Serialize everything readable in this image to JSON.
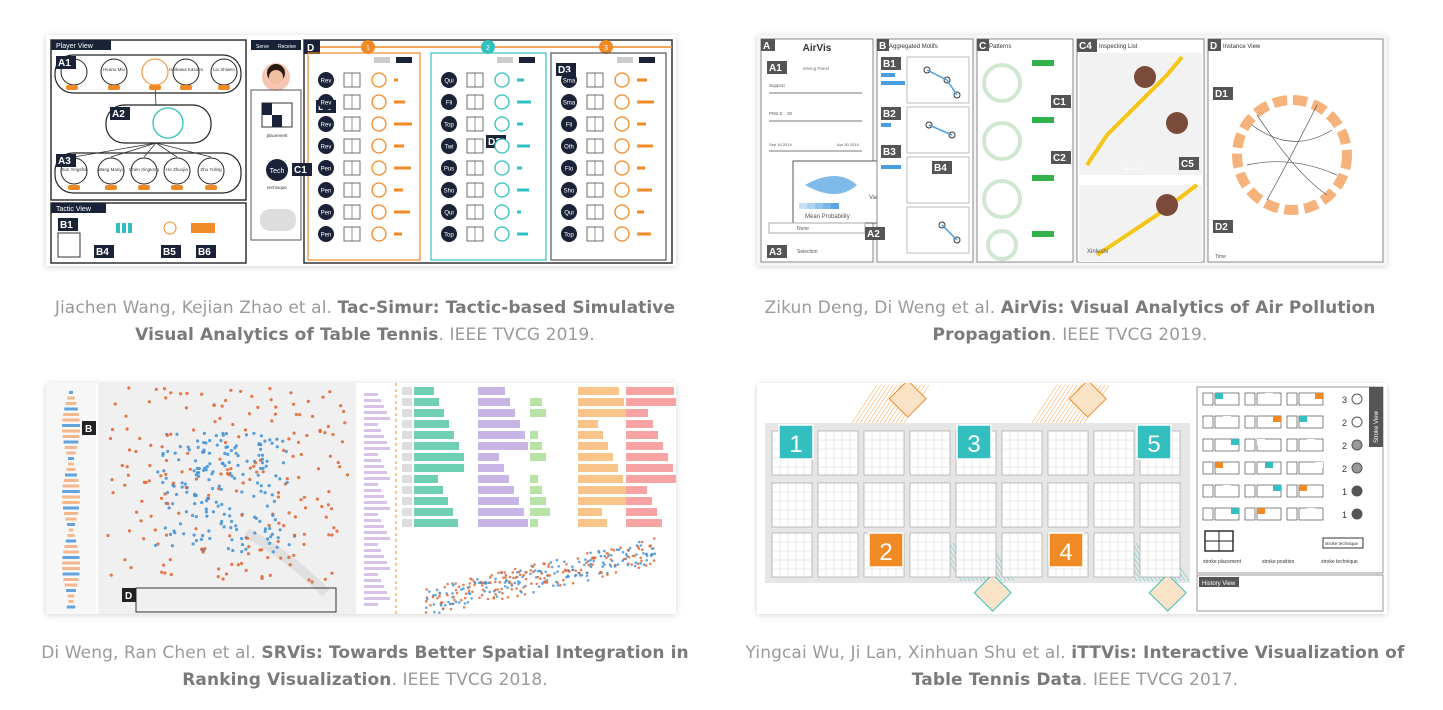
{
  "papers": [
    {
      "authors": "Jiachen Wang, Kejian Zhao et al.",
      "title": "Tac-Simur: Tactic-based Simulative Visual Analytics of Table Tennis",
      "venue": "IEEE TVCG 2019.",
      "thumb_labels": {
        "player_view": "Player View",
        "tactic_view": "Tactic View",
        "serve": "Serve",
        "receive": "Receive",
        "panels": [
          "A1",
          "A2",
          "A3",
          "B1",
          "B4",
          "B5",
          "B6",
          "C1",
          "D",
          "D1",
          "D2",
          "D3"
        ],
        "columns": [
          "1",
          "2",
          "3"
        ],
        "players_top": [
          "Hirano Miu",
          "Ito Mima",
          "Ishikawa Kasumi",
          "Liu Shiwen"
        ],
        "players_bottom": [
          "Sun Yingsha",
          "Wang Manyu",
          "Chen Xingtong",
          "He Zhuojia",
          "Zhu Yuling"
        ],
        "tech": "Tech",
        "technique": "technique",
        "placement": "placement",
        "rows_a": [
          "Rev",
          "Rev",
          "Rev",
          "Rev",
          "Pen",
          "Pen",
          "Pen",
          "Pen"
        ],
        "rows_b": [
          "Qui",
          "Fli",
          "Top",
          "Twi",
          "Pus",
          "Sho",
          "Qui",
          "Top"
        ],
        "rows_c": [
          "Sma",
          "Sma",
          "Fli",
          "Oth",
          "Flo",
          "Sho",
          "Qui",
          "Top"
        ]
      }
    },
    {
      "authors": "Zikun Deng, Di Weng et al.",
      "title": "AirVis: Visual Analytics of Air Pollution Propagation",
      "venue": "IEEE TVCG 2019.",
      "thumb_labels": {
        "app": "AirVis",
        "panels": [
          "A",
          "A1",
          "A2",
          "A3",
          "B",
          "B1",
          "B2",
          "B3",
          "B4",
          "C",
          "C1",
          "C2",
          "C4",
          "C5",
          "D",
          "D1",
          "D2"
        ],
        "aggregated_motifs": "Aggregated Motifs",
        "patterns": "Patterns",
        "inspecting_list": "Inspecting List",
        "instance_view": "Instance View",
        "mining_panel": "Mining Panel",
        "support": "Support",
        "pm25": "PM2.5:",
        "pm_value": "30",
        "date_from": "Sep 16 2014",
        "date_to": "Apr 30 2015",
        "variance": "Variance",
        "mean_probability": "Mean Probability",
        "none": "None",
        "selection": "Selection",
        "city1": "Xinyish",
        "city2": "Xinleshi",
        "time": "Time"
      }
    },
    {
      "authors": "Di Weng, Ran Chen  et al.",
      "title": "SRVis: Towards Better Spatial Integration in Ranking Visualization",
      "venue": "IEEE TVCG 2018.",
      "thumb_labels": {
        "panels": [
          "B",
          "D"
        ]
      }
    },
    {
      "authors": "Yingcai Wu, Ji Lan, Xinhuan Shu et al.",
      "title": "iTTVis: Interactive Visualization of Table Tennis Data",
      "venue": "IEEE TVCG 2017.",
      "thumb_labels": {
        "blocks": [
          "1",
          "2",
          "3",
          "4",
          "5"
        ],
        "stroke_view": "Stroke View",
        "history_view": "History View",
        "stroke_placement": "stroke placement",
        "stroke_position": "stroke position",
        "stroke_technique": "stroke technique",
        "counts": [
          "3",
          "2",
          "2",
          "2",
          "1",
          "1"
        ]
      }
    }
  ],
  "colors": {
    "accent_orange": "#f08a24",
    "accent_teal": "#33bfbf",
    "accent_blue": "#3d8fd6",
    "dark_navy": "#1a2238"
  }
}
